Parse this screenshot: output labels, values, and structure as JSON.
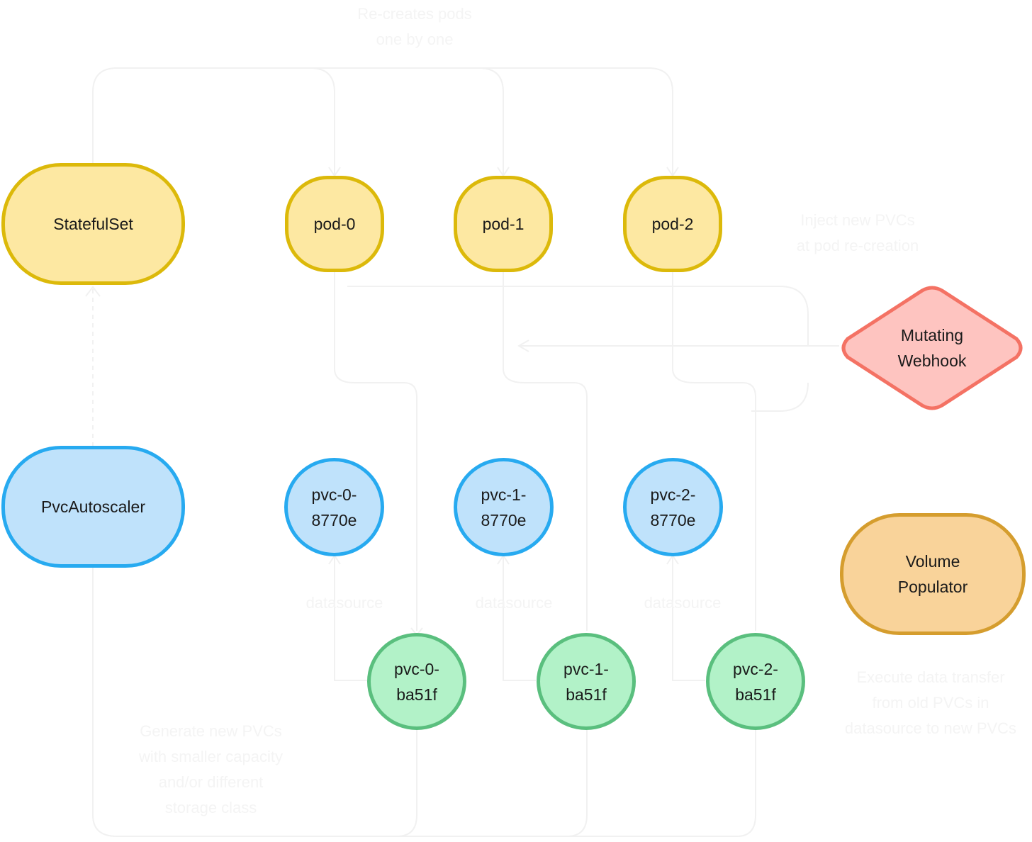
{
  "nodes": {
    "statefulset": "StatefulSet",
    "pod0": "pod-0",
    "pod1": "pod-1",
    "pod2": "pod-2",
    "mutating_webhook": "Mutating\nWebhook",
    "pvcautoscaler": "PvcAutoscaler",
    "pvc0_old": "pvc-0-\n8770e",
    "pvc1_old": "pvc-1-\n8770e",
    "pvc2_old": "pvc-2-\n8770e",
    "volume_populator": "Volume\nPopulator",
    "pvc0_new": "pvc-0-\nba51f",
    "pvc1_new": "pvc-1-\nba51f",
    "pvc2_new": "pvc-2-\nba51f"
  },
  "annotations": {
    "recreate_pods": "Re-creates pods\none by one",
    "inject_pvcs": "Inject new PVCs\nat pod re-creation",
    "datasource_0": "datasource",
    "datasource_1": "datasource",
    "datasource_2": "datasource",
    "data_transfer": "Execute data transfer\nfrom old PVCs in\ndatasource to new PVCs",
    "generate_pvcs": "Generate new PVCs\nwith smaller capacity\nand/or different\nstorage class"
  },
  "colors": {
    "yellow_fill": "#fde8a2",
    "yellow_border": "#dcb90a",
    "blue_fill": "#bfe2fb",
    "blue_border": "#27aaf0",
    "green_fill": "#b2f2c8",
    "green_border": "#5abf7e",
    "red_fill": "#fec4c0",
    "red_border": "#f47264",
    "orange_fill": "#f9d39a",
    "orange_border": "#d59d2e"
  }
}
